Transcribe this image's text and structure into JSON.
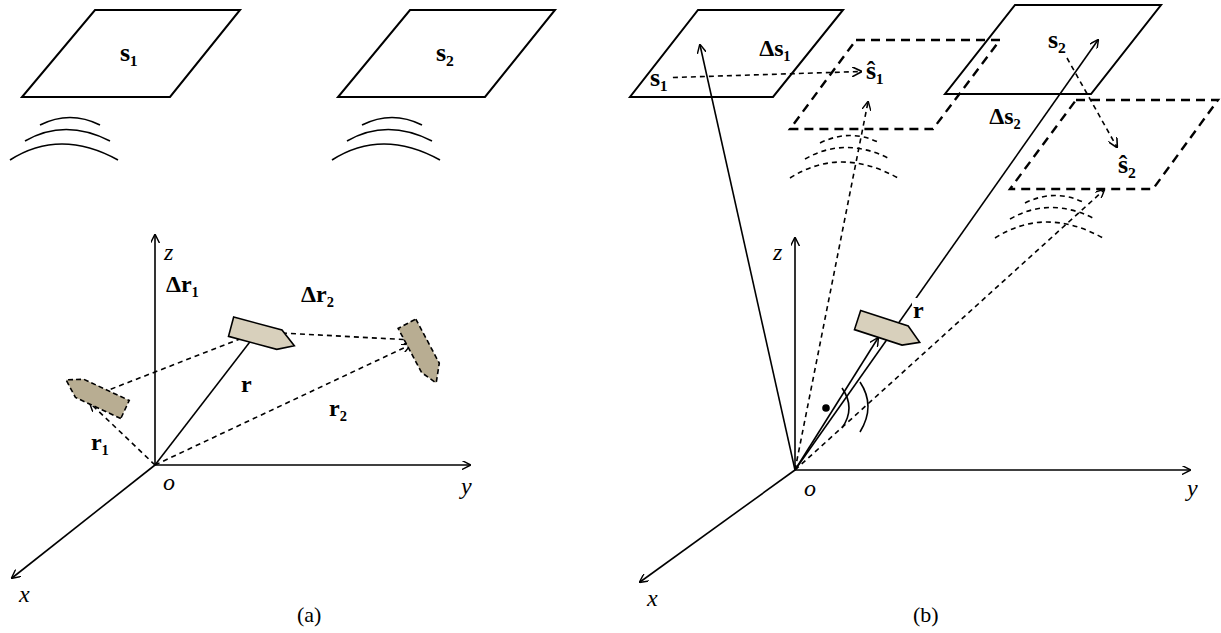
{
  "diagram": {
    "nodes": [
      {
        "text": [
          "s₁"
        ]
      },
      {
        "text": [
          "s₂"
        ]
      },
      {
        "text": [
          "s₁"
        ]
      },
      {
        "text": [
          "ŝ₁"
        ]
      },
      {
        "text": [
          "s₂"
        ]
      },
      {
        "text": [
          "ŝ₂"
        ]
      }
    ],
    "edges": [
      {
        "from": 2,
        "to": 3,
        "label": "Δs₁",
        "arrow": "to"
      },
      {
        "from": 4,
        "to": 5,
        "label": "Δs₂",
        "arrow": "to"
      }
    ],
    "labels": [
      "z",
      "Δr₁",
      "Δr₂",
      "r",
      "r₁",
      "r₂",
      "o",
      "x",
      "y",
      "(a)",
      "z",
      "r",
      "o",
      "x",
      "y",
      "(b)"
    ]
  }
}
